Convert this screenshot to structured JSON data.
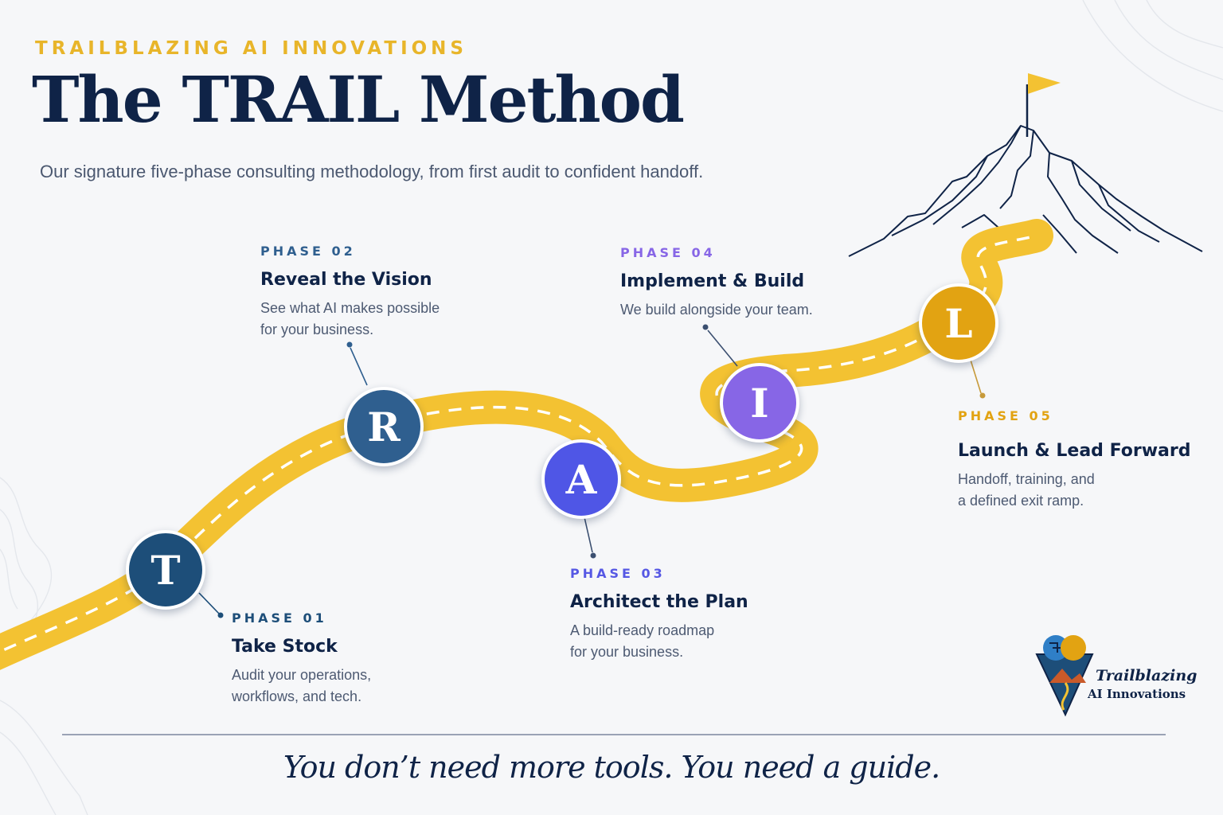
{
  "header": {
    "eyebrow": "TRAILBLAZING AI INNOVATIONS",
    "title": "The TRAIL Method",
    "subtitle": "Our signature five-phase consulting methodology, from first audit to confident handoff."
  },
  "phases": [
    {
      "letter": "T",
      "label": "PHASE 01",
      "title": "Take Stock",
      "desc": [
        "Audit your operations,",
        "workflows, and tech."
      ],
      "color": "#1d4e79"
    },
    {
      "letter": "R",
      "label": "PHASE 02",
      "title": "Reveal the Vision",
      "desc": [
        "See what AI makes possible",
        "for your business."
      ],
      "color": "#2f5f8f"
    },
    {
      "letter": "A",
      "label": "PHASE 03",
      "title": "Architect the Plan",
      "desc": [
        "A build-ready roadmap",
        "for your business."
      ],
      "color": "#4f56e6"
    },
    {
      "letter": "I",
      "label": "PHASE 04",
      "title": "Implement & Build",
      "desc": [
        "We build alongside your team."
      ],
      "color": "#8766e6"
    },
    {
      "letter": "L",
      "label": "PHASE 05",
      "title": "Launch & Lead Forward",
      "desc": [
        "Handoff, training, and",
        "a defined exit ramp."
      ],
      "color": "#e2a312"
    }
  ],
  "label_colors": [
    "#1d4e79",
    "#2f5f8f",
    "#5658e4",
    "#8766e6",
    "#e2a312"
  ],
  "road_color": "#f3c232",
  "tagline": "You don’t need more tools. You need a guide.",
  "logo": {
    "name": "Trailblazing",
    "subtitle": "AI Innovations"
  }
}
